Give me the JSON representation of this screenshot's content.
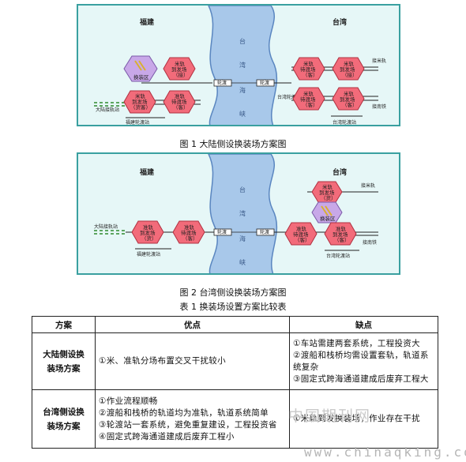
{
  "figure1": {
    "region_left": "福建",
    "region_right": "台湾",
    "strait_chars": [
      "台",
      "湾",
      "海",
      "峡"
    ],
    "boxes_left": {
      "exchange": "换装区",
      "mi_top": [
        "米轨",
        "到发场",
        "（接）"
      ],
      "mi_bottom": [
        "米轨",
        "到发场",
        "（货客）"
      ],
      "zhun_bottom": [
        "准轨",
        "待渡场",
        "（客）"
      ]
    },
    "boxes_right": {
      "mi_wait_top": [
        "米轨",
        "待渡场",
        "（客）"
      ],
      "mi_arr_top": [
        "米轨",
        "到发场",
        "（接）"
      ],
      "mi_wait_bottom": [
        "米轨",
        "待渡场",
        "（客）"
      ],
      "mi_arr_bottom": [
        "米轨",
        "到发场",
        "（客）"
      ]
    },
    "ferry_label": "轮渡",
    "left_line_label": "大陆接轨站",
    "left_station": "福建轮渡站",
    "right_station_mid": "台湾轮渡站",
    "right_station": "台湾轮渡站",
    "right_top_label": "接米轨",
    "right_bottom_label": "接南铁",
    "caption": "图 1   大陆侧设换装场方案图"
  },
  "figure2": {
    "region_left": "福建",
    "region_right": "台湾",
    "strait_chars": [
      "台",
      "湾",
      "海",
      "峡"
    ],
    "boxes_left": {
      "a": [
        "准轨",
        "到发场",
        "（货）"
      ],
      "b": [
        "准轨",
        "待渡场",
        "（客）"
      ]
    },
    "boxes_right": {
      "top": [
        "米轨",
        "到发场",
        "（货）"
      ],
      "exchange": "换装区",
      "wait": [
        "准轨",
        "待渡场",
        "（客）"
      ],
      "arr": [
        "准轨",
        "到发场",
        "（客）"
      ]
    },
    "ferry_label": "轮渡",
    "left_line_label": "大陆接轨站",
    "left_station": "福建轮渡站",
    "right_station": "台湾轮渡站",
    "right_top_label": "接米轨",
    "right_bottom_label": "接南铁",
    "caption": "图 2   台湾侧设换装场方案图"
  },
  "table": {
    "title": "表 1   换装场设置方案比较表",
    "headers": [
      "方案",
      "优点",
      "缺点"
    ],
    "rows": [
      {
        "scheme": [
          "大陆侧设换",
          "装场方案"
        ],
        "pros": [
          "①米、准轨分场布置交叉干扰较小"
        ],
        "cons": [
          "①车站需建两套系统，工程投资大",
          "②渡船和栈桥均需设置套轨，轨道系",
          "统复杂",
          "③固定式跨海通道建成后废弃工程大"
        ]
      },
      {
        "scheme": [
          "台湾侧设换",
          "装场方案"
        ],
        "pros": [
          "①作业流程顺畅",
          "②渡船和栈桥的轨道均为准轨，轨道系统简单",
          "③轮渡站一套系统，避免重复建设，工程投资省",
          "④固定式跨海通道建成后废弃工程小"
        ],
        "cons": [
          "①米轨到发换装场，作业存在干扰"
        ]
      }
    ]
  },
  "watermark": {
    "cn": "中国期刊网",
    "url": "www.chinaqking.com"
  },
  "colors": {
    "figure_bg": "#e6f7f7",
    "figure_border": "#3aa0a0",
    "strait_blue": "#a8c8ea",
    "box_pink": "#f26b7a",
    "box_purple": "#c8a8e8",
    "track_green": "#2f8a2f"
  }
}
